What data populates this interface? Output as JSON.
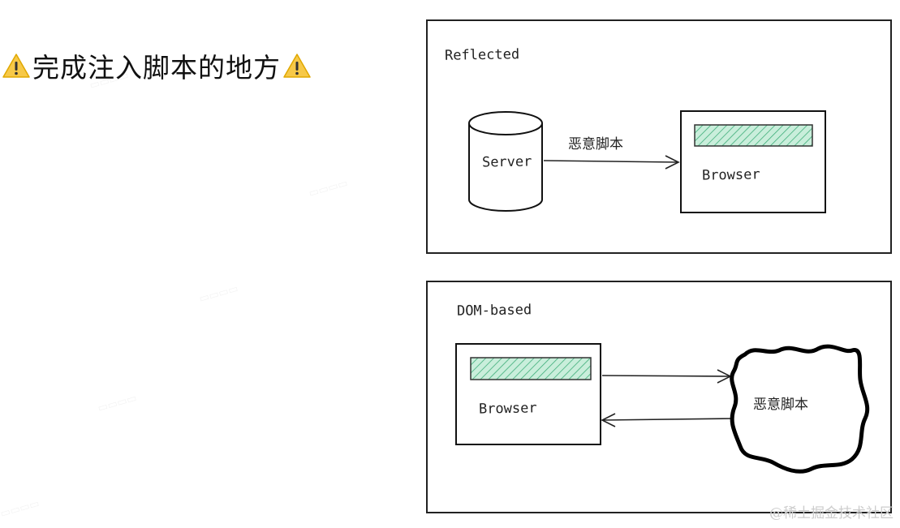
{
  "title": "完成注入脚本的地方",
  "icons": {
    "warning": "warning-icon"
  },
  "panels": {
    "reflected": {
      "label": "Reflected",
      "server_label": "Server",
      "arrow_label": "恶意脚本",
      "browser_label": "Browser"
    },
    "dom_based": {
      "label": "DOM-based",
      "browser_label": "Browser",
      "cloud_label": "恶意脚本"
    }
  },
  "colors": {
    "highlight_fill": "#b8e6cf",
    "highlight_stroke": "#3fae7a"
  },
  "footer": "@稀土掘金技术社区"
}
